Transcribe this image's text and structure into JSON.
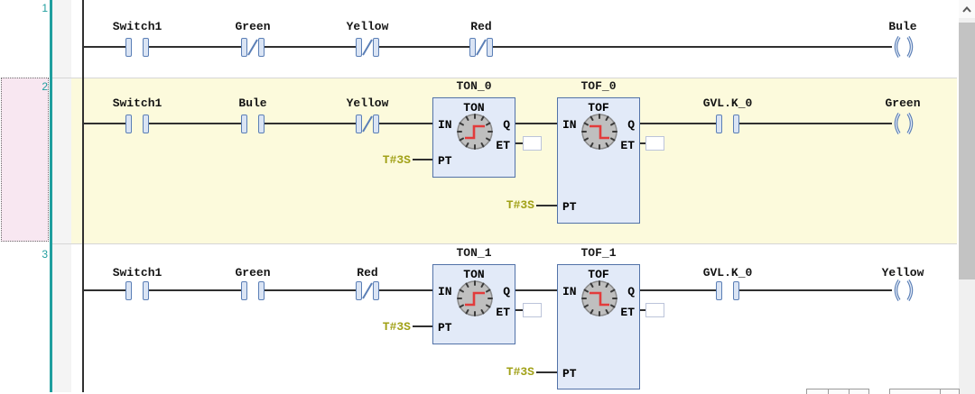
{
  "palette": {
    "accent_teal": "#1F9E9E",
    "rung_selected_bg": "#FCFADC",
    "selection_box_bg": "#F8E7F1",
    "symbol_blue": "#5B7FB6",
    "block_fill": "#E2EAF8",
    "block_border": "#5272A8",
    "time_literal_color": "#A1A117",
    "wire_color": "#303030"
  },
  "rungs": [
    {
      "number": "1",
      "selected": false,
      "contacts": [
        {
          "label": "Switch1",
          "type": "NO"
        },
        {
          "label": "Green",
          "type": "NC"
        },
        {
          "label": "Yellow",
          "type": "NC"
        },
        {
          "label": "Red",
          "type": "NC"
        }
      ],
      "coil": {
        "label": "Bule"
      }
    },
    {
      "number": "2",
      "selected": true,
      "contacts": [
        {
          "label": "Switch1",
          "type": "NO"
        },
        {
          "label": "Bule",
          "type": "NO"
        },
        {
          "label": "Yellow",
          "type": "NC"
        },
        {
          "label": "GVL.K_0",
          "type": "NO"
        }
      ],
      "blocks": [
        {
          "instance": "TON_0",
          "type": "TON",
          "pt_value": "T#3S",
          "pins": {
            "in": "IN",
            "q": "Q",
            "et": "ET",
            "pt": "PT"
          }
        },
        {
          "instance": "TOF_0",
          "type": "TOF",
          "pt_value": "T#3S",
          "pins": {
            "in": "IN",
            "q": "Q",
            "et": "ET",
            "pt": "PT"
          }
        }
      ],
      "coil": {
        "label": "Green"
      }
    },
    {
      "number": "3",
      "selected": false,
      "contacts": [
        {
          "label": "Switch1",
          "type": "NO"
        },
        {
          "label": "Green",
          "type": "NO"
        },
        {
          "label": "Red",
          "type": "NC"
        },
        {
          "label": "GVL.K_0",
          "type": "NO"
        }
      ],
      "blocks": [
        {
          "instance": "TON_1",
          "type": "TON",
          "pt_value": "T#3S",
          "pins": {
            "in": "IN",
            "q": "Q",
            "et": "ET",
            "pt": "PT"
          }
        },
        {
          "instance": "TOF_1",
          "type": "TOF",
          "pt_value": "T#3S",
          "pins": {
            "in": "IN",
            "q": "Q",
            "et": "ET",
            "pt": "PT"
          }
        }
      ],
      "coil": {
        "label": "Yellow"
      }
    }
  ]
}
